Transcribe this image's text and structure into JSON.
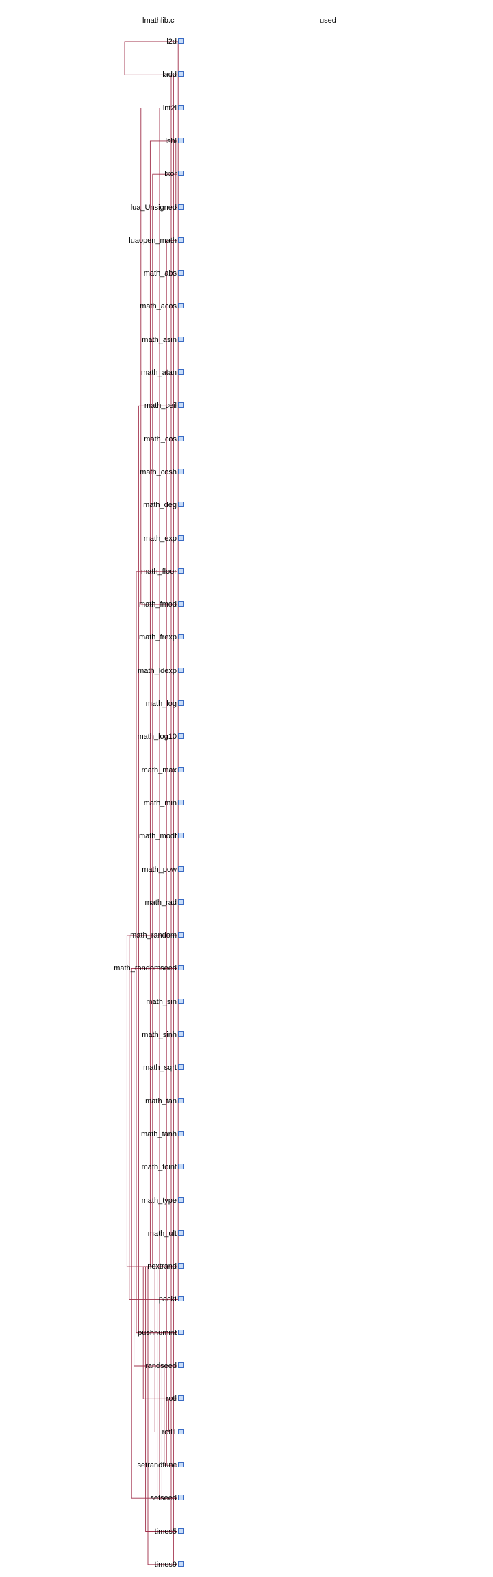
{
  "header": {
    "file": "lmathlib.c",
    "used": "used"
  },
  "colors": {
    "edge": "#a0304a",
    "box_fill": "#c8dcf8",
    "box_border": "#3a6bc4"
  },
  "functions": [
    "l2d",
    "ladd",
    "lnt2l",
    "lshl",
    "lxor",
    "lua_Unsigned",
    "luaopen_math",
    "math_abs",
    "math_acos",
    "math_asin",
    "math_atan",
    "math_ceil",
    "math_cos",
    "math_cosh",
    "math_deg",
    "math_exp",
    "math_floor",
    "math_fmod",
    "math_frexp",
    "math_ldexp",
    "math_log",
    "math_log10",
    "math_max",
    "math_min",
    "math_modf",
    "math_pow",
    "math_rad",
    "math_random",
    "math_randomseed",
    "math_sin",
    "math_sinh",
    "math_sqrt",
    "math_tan",
    "math_tanh",
    "math_toint",
    "math_type",
    "math_ult",
    "nextrand",
    "packI",
    "pushnumint",
    "randseed",
    "rotl",
    "rotl1",
    "setrandfunc",
    "setseed",
    "times5",
    "times9"
  ],
  "edges": [
    [
      "ladd",
      "l2d"
    ],
    [
      "math_random",
      "nextrand"
    ],
    [
      "math_random",
      "packI"
    ],
    [
      "math_randomseed",
      "setseed"
    ],
    [
      "math_randomseed",
      "randseed"
    ],
    [
      "math_floor",
      "pushnumint"
    ],
    [
      "math_ceil",
      "pushnumint"
    ],
    [
      "math_fmod",
      "lnt2l"
    ],
    [
      "nextrand",
      "rotl"
    ],
    [
      "nextrand",
      "times5"
    ],
    [
      "nextrand",
      "times9"
    ],
    [
      "nextrand",
      "lshl"
    ],
    [
      "nextrand",
      "lxor"
    ],
    [
      "nextrand",
      "rotl1"
    ],
    [
      "setseed",
      "nextrand"
    ],
    [
      "setseed",
      "lnt2l"
    ],
    [
      "randseed",
      "setseed"
    ],
    [
      "setrandfunc",
      "randseed"
    ],
    [
      "luaopen_math",
      "setrandfunc"
    ],
    [
      "rotl1",
      "rotl"
    ],
    [
      "times5",
      "ladd"
    ],
    [
      "times9",
      "ladd"
    ],
    [
      "lshl",
      "lua_Unsigned"
    ],
    [
      "packI",
      "l2d"
    ]
  ]
}
